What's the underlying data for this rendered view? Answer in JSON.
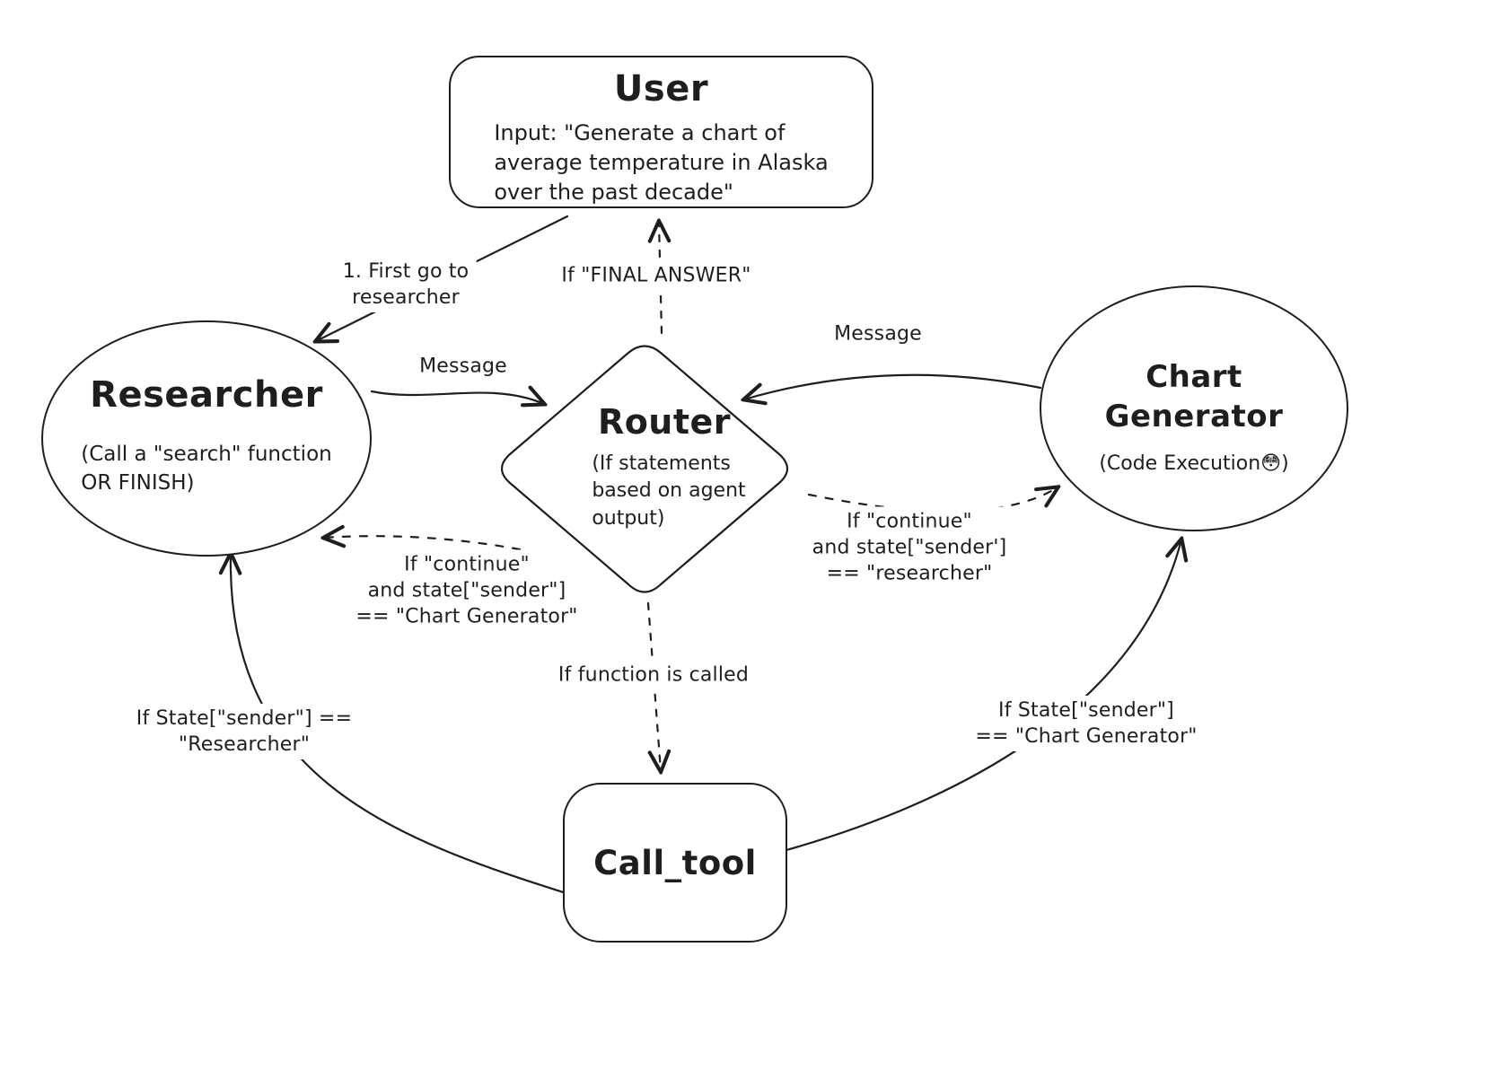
{
  "colors": {
    "ink": "#1e1e1e",
    "background": "#ffffff"
  },
  "nodes": {
    "user": {
      "title": "User",
      "body": "Input: \"Generate a chart of\naverage temperature in Alaska\nover the past decade\""
    },
    "researcher": {
      "title": "Researcher",
      "subtitle": "(Call a \"search\" function\nOR FINISH)"
    },
    "router": {
      "title": "Router",
      "subtitle": "(If statements\nbased on agent\noutput)"
    },
    "chart_generator": {
      "title": "Chart Generator",
      "subtitle": "(Code Execution😳)"
    },
    "call_tool": {
      "title": "Call_tool"
    }
  },
  "edges": {
    "user_to_researcher": {
      "label": "1. First go to\nresearcher",
      "style": "solid"
    },
    "router_to_user": {
      "label": "If \"FINAL ANSWER\"",
      "style": "dashed"
    },
    "researcher_to_router": {
      "label": "Message",
      "style": "solid"
    },
    "chart_generator_to_router": {
      "label": "Message",
      "style": "solid"
    },
    "router_to_researcher": {
      "label": "If \"continue\"\nand state[\"sender\"]\n== \"Chart Generator\"",
      "style": "dashed"
    },
    "router_to_chart_generator": {
      "label": "If \"continue\"\nand state[\"sender']\n== \"researcher\"",
      "style": "dashed"
    },
    "router_to_call_tool": {
      "label": "If function is called",
      "style": "dashed"
    },
    "call_tool_to_researcher": {
      "label": "If State[\"sender\"] ==\n\"Researcher\"",
      "style": "solid"
    },
    "call_tool_to_chart_generator": {
      "label": "If State[\"sender\"]\n== \"Chart Generator\"",
      "style": "solid"
    }
  }
}
